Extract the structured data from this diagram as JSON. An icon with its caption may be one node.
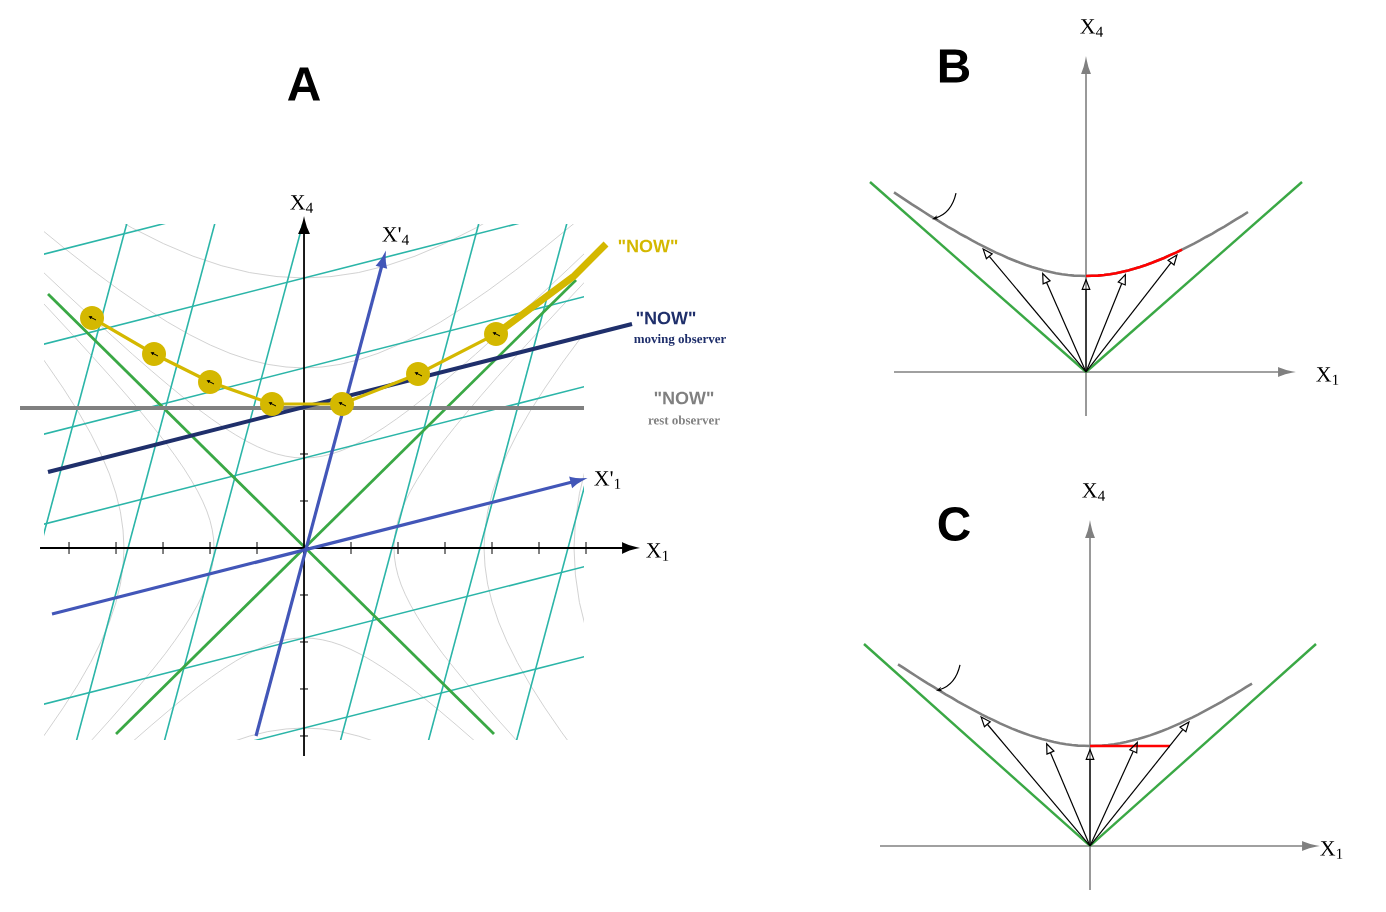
{
  "diagram": {
    "labels": [
      "A",
      "B",
      "X$_{4}$",
      "X$_{4}$",
      "X'$_{4}$",
      "\"NOW\"",
      "\"NOW\"",
      "moving observer",
      "\"NOW\"",
      "rest observer",
      "X$_{1}$",
      "X'$_{1}$",
      "X$_{1}$",
      "C",
      "X$_{4}$",
      "X$_{1}$"
    ]
  }
}
